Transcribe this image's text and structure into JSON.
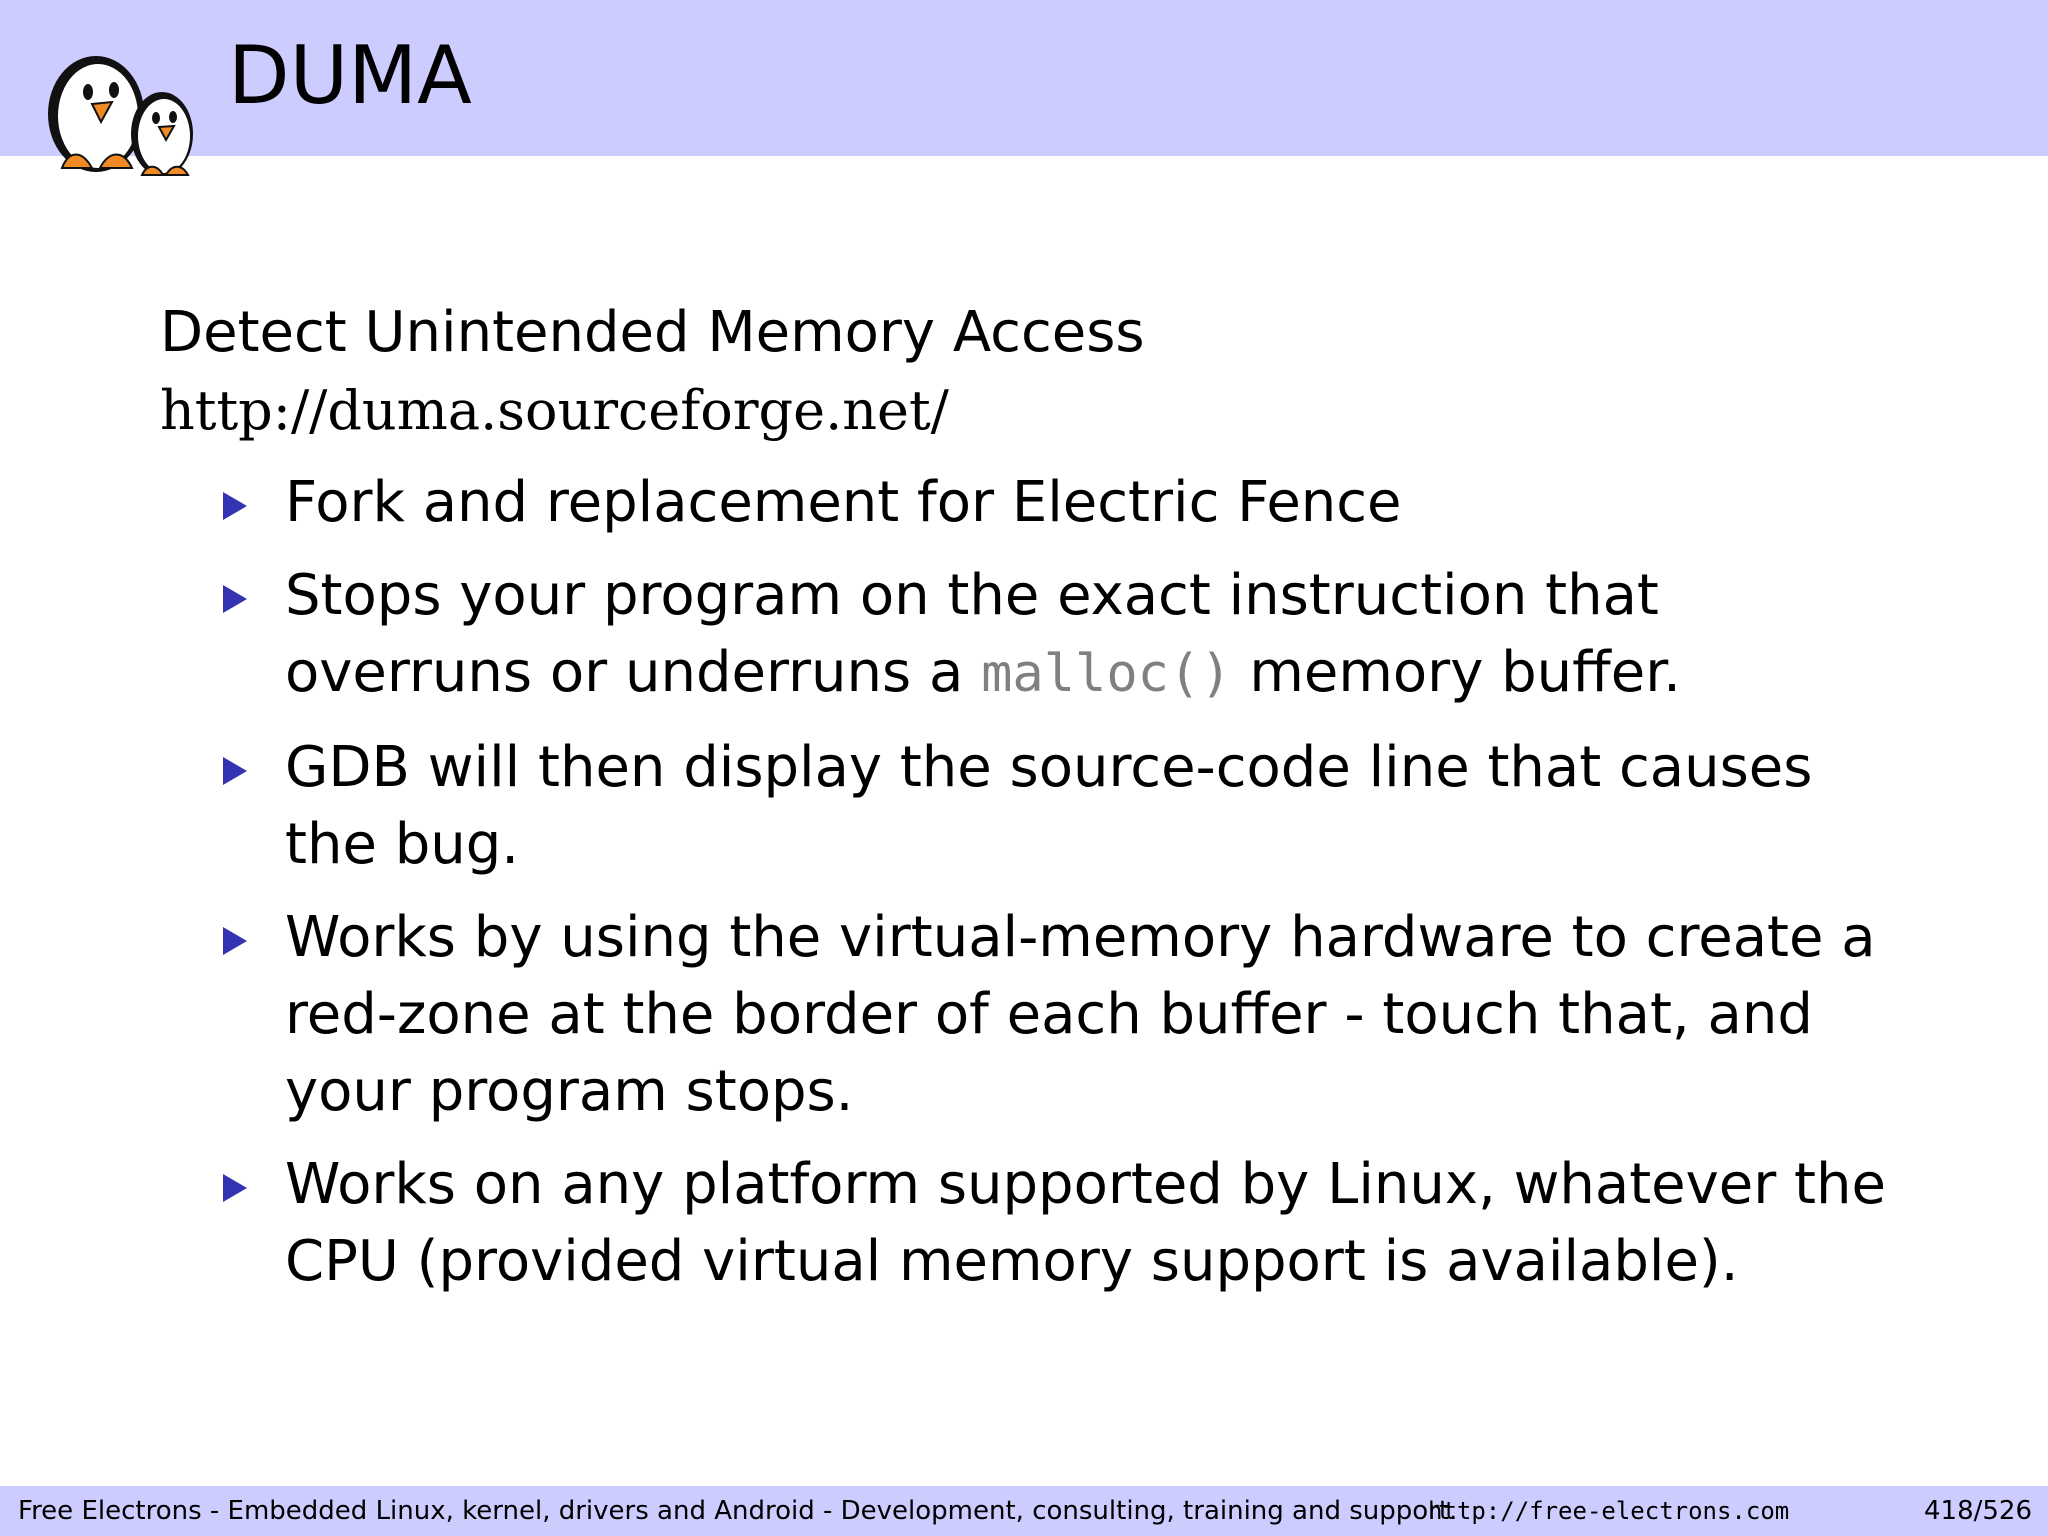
{
  "header": {
    "title": "DUMA"
  },
  "content": {
    "intro": "Detect Unintended Memory Access",
    "url": "http://duma.sourceforge.net/",
    "bullets": [
      {
        "text": "Fork and replacement for Electric Fence"
      },
      {
        "before": "Stops your program on the exact instruction that overruns or underruns a ",
        "code": "malloc()",
        "after": " memory buffer."
      },
      {
        "text": "GDB will then display the source-code line that causes the bug."
      },
      {
        "text": "Works by using the virtual-memory hardware to create a red-zone at the border of each buffer - touch that, and your program stops."
      },
      {
        "text": "Works on any platform supported by Linux, whatever the CPU (provided virtual memory support is available)."
      }
    ]
  },
  "footer": {
    "left_text": "Free Electrons - Embedded Linux, kernel, drivers and Android - Development, consulting, training and support.",
    "url": "http://free-electrons.com",
    "page": "418/526"
  },
  "colors": {
    "header_bg": "#ccccff",
    "bullet": "#3333b3",
    "code": "#808080"
  },
  "icons": {
    "logo": "penguins-logo-icon",
    "bullet": "triangle-bullet-icon"
  }
}
